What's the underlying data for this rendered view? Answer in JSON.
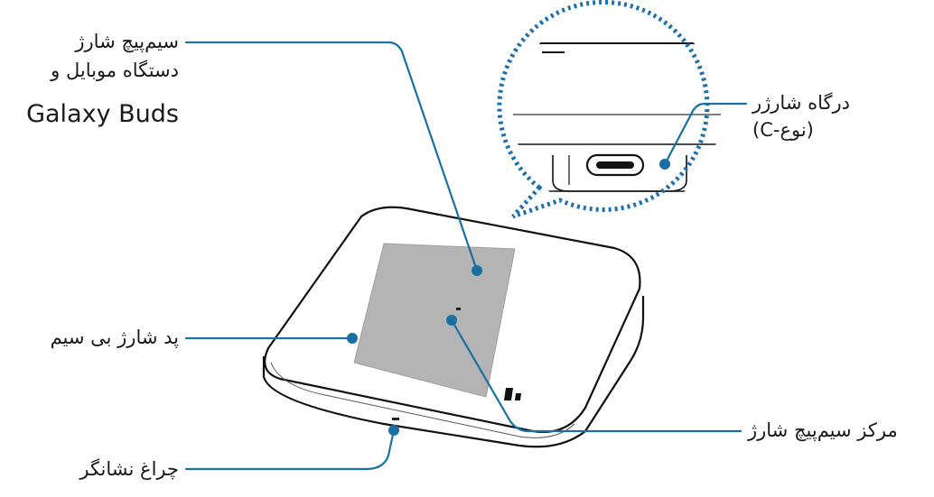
{
  "labels": {
    "coil_line1": "سیم‌پیچ شارژ",
    "coil_line2": "دستگاه موبایل و",
    "coil_line3": "Galaxy Buds",
    "port_line1": "درگاه شارژر",
    "port_line2": "(نوع-C)",
    "pad": "پد شارژ بی سیم",
    "coil_center": "مرکز سیم‌پیچ شارژ",
    "indicator": "چراغ نشانگر"
  },
  "colors": {
    "leader": "#1a6fa3",
    "dot": "#1a6fa3",
    "coil": "#b4b4b4",
    "outline": "#111111",
    "zoom_border": "#1f6fad"
  }
}
